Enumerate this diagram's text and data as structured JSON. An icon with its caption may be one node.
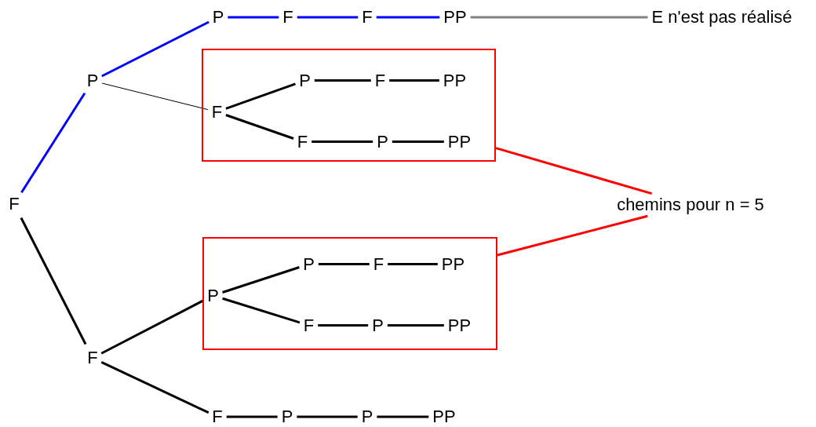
{
  "diagram": {
    "nodes": [
      {
        "text": [
          "F"
        ]
      },
      {
        "text": [
          "P"
        ]
      },
      {
        "text": [
          "P"
        ]
      },
      {
        "text": [
          "F"
        ]
      },
      {
        "text": [
          "F"
        ]
      },
      {
        "text": [
          "PP"
        ]
      },
      {
        "text": [
          "E n'est pas réalisé"
        ]
      },
      {
        "text": [],
        "shape": "box"
      },
      {
        "text": [
          "F"
        ],
        "in": 7
      },
      {
        "text": [
          "P"
        ],
        "in": 7
      },
      {
        "text": [
          "F"
        ],
        "in": 7
      },
      {
        "text": [
          "PP"
        ],
        "in": 7
      },
      {
        "text": [
          "F"
        ],
        "in": 7
      },
      {
        "text": [
          "P"
        ],
        "in": 7
      },
      {
        "text": [
          "PP"
        ],
        "in": 7
      },
      {
        "text": [
          "chemins pour n = 5"
        ]
      },
      {
        "text": [],
        "shape": "box"
      },
      {
        "text": [
          "P"
        ],
        "in": 16
      },
      {
        "text": [
          "P"
        ],
        "in": 16
      },
      {
        "text": [
          "F"
        ],
        "in": 16
      },
      {
        "text": [
          "PP"
        ],
        "in": 16
      },
      {
        "text": [
          "F"
        ],
        "in": 16
      },
      {
        "text": [
          "P"
        ],
        "in": 16
      },
      {
        "text": [
          "PP"
        ],
        "in": 16
      },
      {
        "text": [
          "F"
        ]
      },
      {
        "text": [
          "F"
        ]
      },
      {
        "text": [
          "P"
        ]
      },
      {
        "text": [
          "P"
        ]
      },
      {
        "text": [
          "PP"
        ]
      }
    ],
    "edges": [
      {
        "from": 0,
        "to": 1,
        "arrow": "none",
        "color": "#0000ff"
      },
      {
        "from": 1,
        "to": 2,
        "arrow": "none",
        "color": "#0000ff"
      },
      {
        "from": 2,
        "to": 3,
        "arrow": "none",
        "color": "#0000ff"
      },
      {
        "from": 3,
        "to": 4,
        "arrow": "none",
        "color": "#0000ff"
      },
      {
        "from": 4,
        "to": 5,
        "arrow": "none",
        "color": "#0000ff"
      },
      {
        "from": 5,
        "to": 6,
        "arrow": "none",
        "color": "#808080"
      },
      {
        "from": 1,
        "to": 8,
        "arrow": "none"
      },
      {
        "from": 8,
        "to": 9,
        "arrow": "none"
      },
      {
        "from": 9,
        "to": 10,
        "arrow": "none"
      },
      {
        "from": 10,
        "to": 11,
        "arrow": "none"
      },
      {
        "from": 8,
        "to": 12,
        "arrow": "none"
      },
      {
        "from": 12,
        "to": 13,
        "arrow": "none"
      },
      {
        "from": 13,
        "to": 14,
        "arrow": "none"
      },
      {
        "from": 7,
        "to": 15,
        "arrow": "none",
        "color": "#ff0000"
      },
      {
        "from": 16,
        "to": 15,
        "arrow": "none",
        "color": "#ff0000"
      },
      {
        "from": 0,
        "to": 24,
        "arrow": "none"
      },
      {
        "from": 24,
        "to": 17,
        "arrow": "none"
      },
      {
        "from": 17,
        "to": 18,
        "arrow": "none"
      },
      {
        "from": 18,
        "to": 19,
        "arrow": "none"
      },
      {
        "from": 19,
        "to": 20,
        "arrow": "none"
      },
      {
        "from": 17,
        "to": 21,
        "arrow": "none"
      },
      {
        "from": 21,
        "to": 22,
        "arrow": "none"
      },
      {
        "from": 22,
        "to": 23,
        "arrow": "none"
      },
      {
        "from": 24,
        "to": 25,
        "arrow": "none"
      },
      {
        "from": 25,
        "to": 26,
        "arrow": "none"
      },
      {
        "from": 26,
        "to": 27,
        "arrow": "none"
      },
      {
        "from": 27,
        "to": 28,
        "arrow": "none"
      }
    ]
  }
}
